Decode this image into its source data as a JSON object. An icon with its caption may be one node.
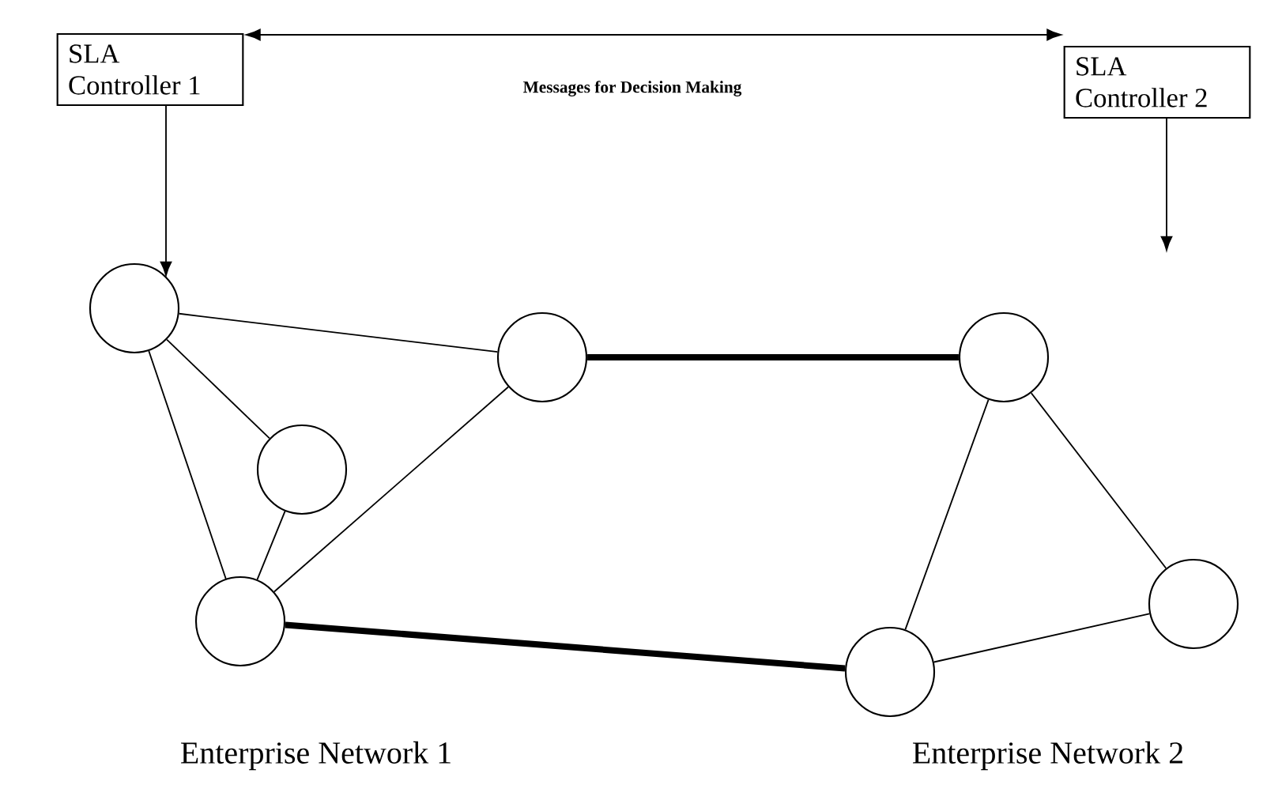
{
  "diagram": {
    "nodes": [
      {
        "text": [
          "SLA Controller 1"
        ]
      },
      {
        "text": [
          "SLA Controller 2"
        ]
      },
      {
        "text": [],
        "shape": "circle"
      },
      {
        "text": [],
        "shape": "circle"
      },
      {
        "text": [],
        "shape": "circle"
      },
      {
        "text": [],
        "shape": "circle"
      },
      {
        "text": [],
        "shape": "circle"
      },
      {
        "text": [],
        "shape": "circle"
      },
      {
        "text": [],
        "shape": "circle"
      }
    ],
    "edges": [
      {
        "from": 0,
        "to": 1,
        "arrow": "both",
        "label": "Messages for Decision Making"
      },
      {
        "from": 0,
        "to": 2,
        "arrow": "to"
      },
      {
        "from": 1,
        "to": null,
        "arrow": "to"
      },
      {
        "from": 2,
        "to": 5,
        "arrow": "none"
      },
      {
        "from": 2,
        "to": 4,
        "arrow": "none"
      },
      {
        "from": 2,
        "to": 3,
        "arrow": "none"
      },
      {
        "from": 4,
        "to": 3,
        "arrow": "none"
      },
      {
        "from": 3,
        "to": 5,
        "arrow": "none"
      },
      {
        "from": 5,
        "to": 7,
        "arrow": "none",
        "style": "thick"
      },
      {
        "from": 3,
        "to": 6,
        "arrow": "none",
        "style": "thick"
      },
      {
        "from": 7,
        "to": 6,
        "arrow": "none"
      },
      {
        "from": 7,
        "to": 8,
        "arrow": "none"
      },
      {
        "from": 6,
        "to": 8,
        "arrow": "none"
      }
    ],
    "labels": [
      "Enterprise Network 1",
      "Enterprise Network 2"
    ]
  }
}
